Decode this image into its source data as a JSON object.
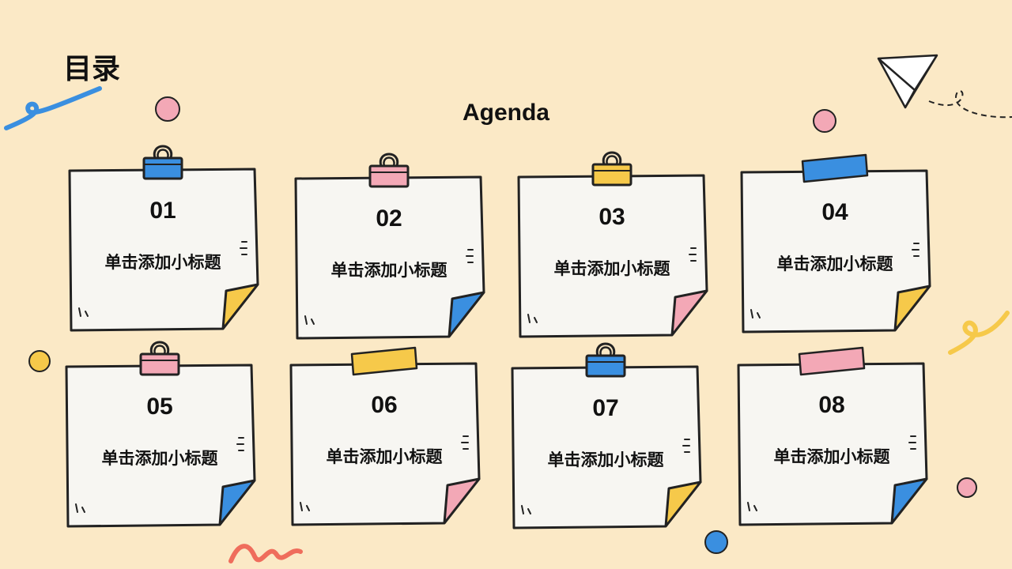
{
  "slide": {
    "title": "目录",
    "subtitle": "Agenda"
  },
  "colors": {
    "background": "#fbe9c6",
    "paper": "#f7f6f2",
    "blue": "#3a8fe0",
    "pink": "#f3a8b6",
    "yellow": "#f6c94a"
  },
  "agenda_items": [
    {
      "number": "01",
      "label": "单击添加小标题",
      "ornament": "binder-clip",
      "ornament_color": "blue",
      "corner_color": "yellow"
    },
    {
      "number": "02",
      "label": "单击添加小标题",
      "ornament": "binder-clip",
      "ornament_color": "pink",
      "corner_color": "blue"
    },
    {
      "number": "03",
      "label": "单击添加小标题",
      "ornament": "binder-clip",
      "ornament_color": "yellow",
      "corner_color": "pink"
    },
    {
      "number": "04",
      "label": "单击添加小标题",
      "ornament": "tape",
      "ornament_color": "blue",
      "corner_color": "yellow"
    },
    {
      "number": "05",
      "label": "单击添加小标题",
      "ornament": "binder-clip",
      "ornament_color": "pink",
      "corner_color": "blue"
    },
    {
      "number": "06",
      "label": "单击添加小标题",
      "ornament": "tape",
      "ornament_color": "yellow",
      "corner_color": "pink"
    },
    {
      "number": "07",
      "label": "单击添加小标题",
      "ornament": "binder-clip",
      "ornament_color": "blue",
      "corner_color": "yellow"
    },
    {
      "number": "08",
      "label": "单击添加小标题",
      "ornament": "tape",
      "ornament_color": "pink",
      "corner_color": "blue"
    }
  ],
  "decorations": [
    "paper-plane-icon",
    "squiggle-blue",
    "squiggle-yellow",
    "squiggle-red",
    "dot-pink",
    "dot-yellow",
    "dot-blue"
  ]
}
